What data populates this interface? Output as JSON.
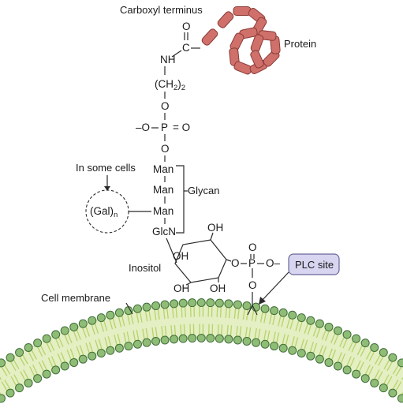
{
  "labels": {
    "carboxyl_terminus": "Carboxyl terminus",
    "protein": "Protein",
    "in_some_cells": "In some cells",
    "glycan": "Glycan",
    "inositol": "Inositol",
    "cell_membrane": "Cell membrane",
    "plc_site": "PLC site"
  },
  "chem": {
    "carbonyl_o": "O",
    "carbonyl_c": "C",
    "nh": "NH",
    "ch2_open": "(CH",
    "ch2_sub": "2",
    "ch2_close": ")",
    "ch2_count": "2",
    "o_top": "O",
    "o_minus": "–O",
    "p1": "P",
    "eq_o": "= O",
    "o_bottom": "O",
    "man1": "Man",
    "man2": "Man",
    "man3": "Man",
    "glcn": "GlcN",
    "gal": "(Gal)",
    "gal_sub": "n",
    "oh_top_right": "OH",
    "oh_ring_inner": "OH",
    "oh_bottom_left": "OH",
    "oh_bottom_right": "OH",
    "o_link": "O",
    "p2": "P",
    "p2_o_top": "O",
    "p2_o_minus": "O–",
    "p2_o_bottom": "O"
  },
  "colors": {
    "protein_fill": "#d0706a",
    "protein_stroke": "#8a3a36",
    "membrane_band": "#e4efc4",
    "membrane_tail": "#b7d36a",
    "head_fill": "#8fbd78",
    "head_stroke": "#3f6e35",
    "plc_fill": "#d7d5f0",
    "plc_stroke": "#6a6899"
  }
}
